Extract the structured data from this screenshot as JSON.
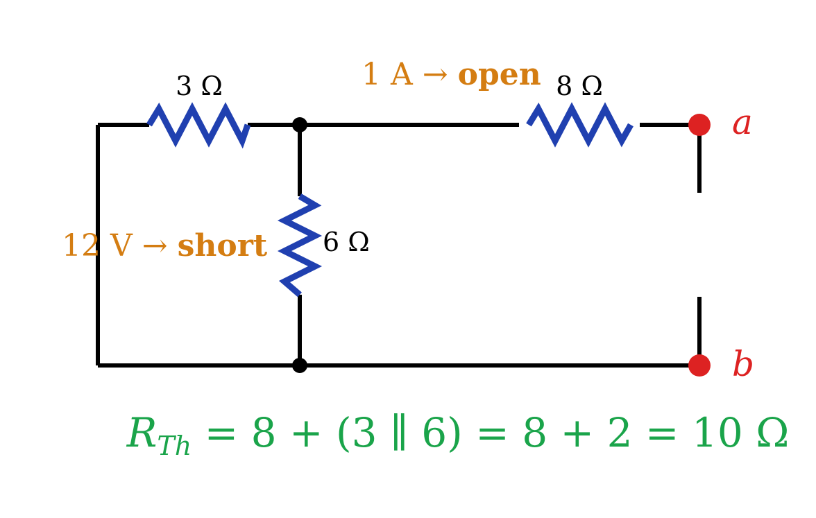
{
  "colors": {
    "wire": "#000000",
    "resistor": "#2040b0",
    "annotation": "#d47d12",
    "terminal": "#dd2222",
    "equation": "#1aa44a"
  },
  "resistors": {
    "r3": "3 Ω",
    "r6": "6 Ω",
    "r8": "8 Ω"
  },
  "annotations": {
    "current_source_num": "1 A",
    "current_source_arrow": " → ",
    "current_source_action": "open",
    "voltage_source_num": "12 V",
    "voltage_source_arrow": " → ",
    "voltage_source_action": "short"
  },
  "terminals": {
    "a": "a",
    "b": "b"
  },
  "equation": {
    "lhs_main": "R",
    "lhs_sub": "Th",
    "rhs": " = 8 + (3 ∥ 6) = 8 + 2 = 10 Ω"
  }
}
